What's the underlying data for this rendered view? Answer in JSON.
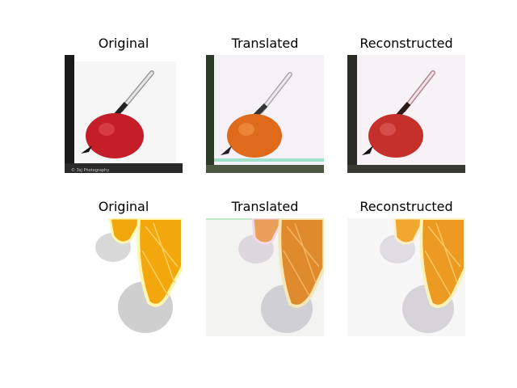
{
  "rows": [
    {
      "subject": "apple with knife",
      "titles": [
        "Original",
        "Translated",
        "Reconstructed"
      ]
    },
    {
      "subject": "orange slices",
      "titles": [
        "Original",
        "Translated",
        "Reconstructed"
      ]
    }
  ],
  "watermark": "© 3sJ Photography"
}
